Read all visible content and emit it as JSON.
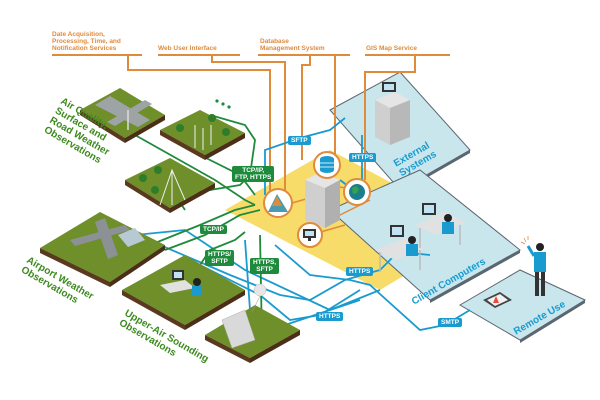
{
  "diagram": {
    "title": "Weather observation data system architecture",
    "headers": {
      "data_acquisition": [
        "Date Acquisition,",
        "Processing, Time, and",
        "Notification Services"
      ],
      "web_ui": "Web User Interface",
      "dbms": [
        "Database",
        "Management System"
      ],
      "gis": "GIS Map Service"
    },
    "stations": {
      "air_quality": [
        "Air Quality,",
        "Surface and",
        "Road Weather",
        "Observations"
      ],
      "airport": [
        "Airport Weather",
        "Observations"
      ],
      "upper_air": [
        "Upper-Air Sounding",
        "Observations"
      ]
    },
    "zones": {
      "external": [
        "External",
        "Systems"
      ],
      "client": "Client Computers",
      "remote": "Remote Use"
    },
    "protocols": {
      "sftp": "SFTP",
      "https_ext": "HTTPS",
      "tcp_ftp_https": [
        "TCP/IP,",
        "FTP, HTTPS"
      ],
      "tcpip": "TCP/IP",
      "https_sftp_1": [
        "HTTPS/",
        "SFTP"
      ],
      "https_sftp_2": [
        "HTTPS,",
        "SFTP"
      ],
      "https_client": "HTTPS",
      "https_bottom": "HTTPS",
      "smtp": "SMTP"
    },
    "icons": [
      "mountain-map-icon",
      "database-icon",
      "globe-icon",
      "monitor-icon",
      "server-icon",
      "alert-phone-icon"
    ],
    "colors": {
      "orange": "#e08a3c",
      "green_line": "#1e8a3c",
      "blue_line": "#1a9bd0",
      "yellow_platform": "#f7dc6a",
      "light_blue_platform": "#c9e6ec",
      "grass": "#6f8f2a",
      "soil": "#5a3a1e"
    }
  }
}
